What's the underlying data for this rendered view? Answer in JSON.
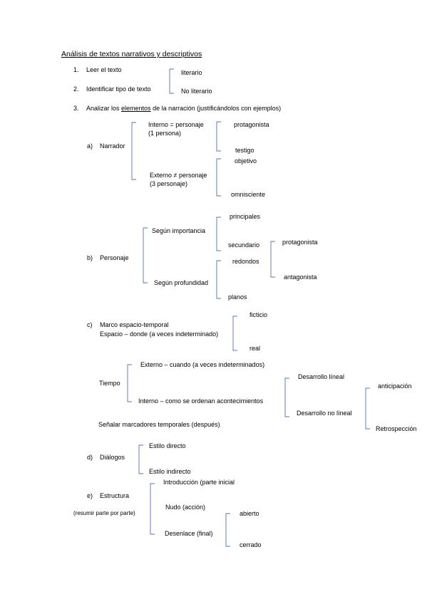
{
  "doc": {
    "title": "Análisis de textos narrativos y descriptivos",
    "steps": {
      "s1": {
        "num": "1.",
        "label": "Leer el texto"
      },
      "s2": {
        "num": "2.",
        "label": "Identificar tipo de texto"
      },
      "s3": {
        "num": "3.",
        "pre": "Analizar los ",
        "em": "elementos",
        "post": " de la narración (justificándolos con ejemplos)"
      }
    },
    "tipo": {
      "a": "literario",
      "b": "No literario"
    },
    "narrador": {
      "letter": "a)",
      "label": "Narrador",
      "interno_1": "Interno = personaje",
      "interno_2": "(1 persona)",
      "protagonista": "protagonista",
      "testigo": "testigo",
      "externo_1": "Externo ≠ personaje",
      "externo_2": "(3 personaje)",
      "objetivo": "objetivo",
      "omnisciente": "omnisciente"
    },
    "personaje": {
      "letter": "b)",
      "label": "Personaje",
      "importancia": "Según importancia",
      "principales": "principales",
      "secundario": "secundario",
      "protagonista": "protagonista",
      "antagonista": "antagonista",
      "profundidad": "Según profundidad",
      "redondos": "redondos",
      "planos": "planos"
    },
    "marco": {
      "letter": "c)",
      "label": "Marco espacio-temporal",
      "espacio": "Espacio – donde (a veces indeterminado)",
      "ficticio": "ficticio",
      "real": "real",
      "tiempo": "Tiempo",
      "externo": "Externo – cuando (a veces indeterminados)",
      "interno": "Interno – como se ordenan acontecimientos",
      "lineal": "Desarrollo líneal",
      "no_lineal": "Desarrollo no líneal",
      "anticipacion": "anticipación",
      "retrospeccion": "Retrospección",
      "marcadores": "Señalar marcadores temporales (después)"
    },
    "dialogos": {
      "letter": "d)",
      "label": "Diálogos",
      "directo": "Estilo directo",
      "indirecto": "Estilo indirecto"
    },
    "estructura": {
      "letter": "e)",
      "label": "Estructura",
      "note": "(resumir parte por parte)",
      "intro": "Introducción (parte inicial",
      "nudo": "Nudo (acción)",
      "desenlace": "Desenlace (final)",
      "abierto": "abierto",
      "cerrado": "cerrado"
    }
  }
}
